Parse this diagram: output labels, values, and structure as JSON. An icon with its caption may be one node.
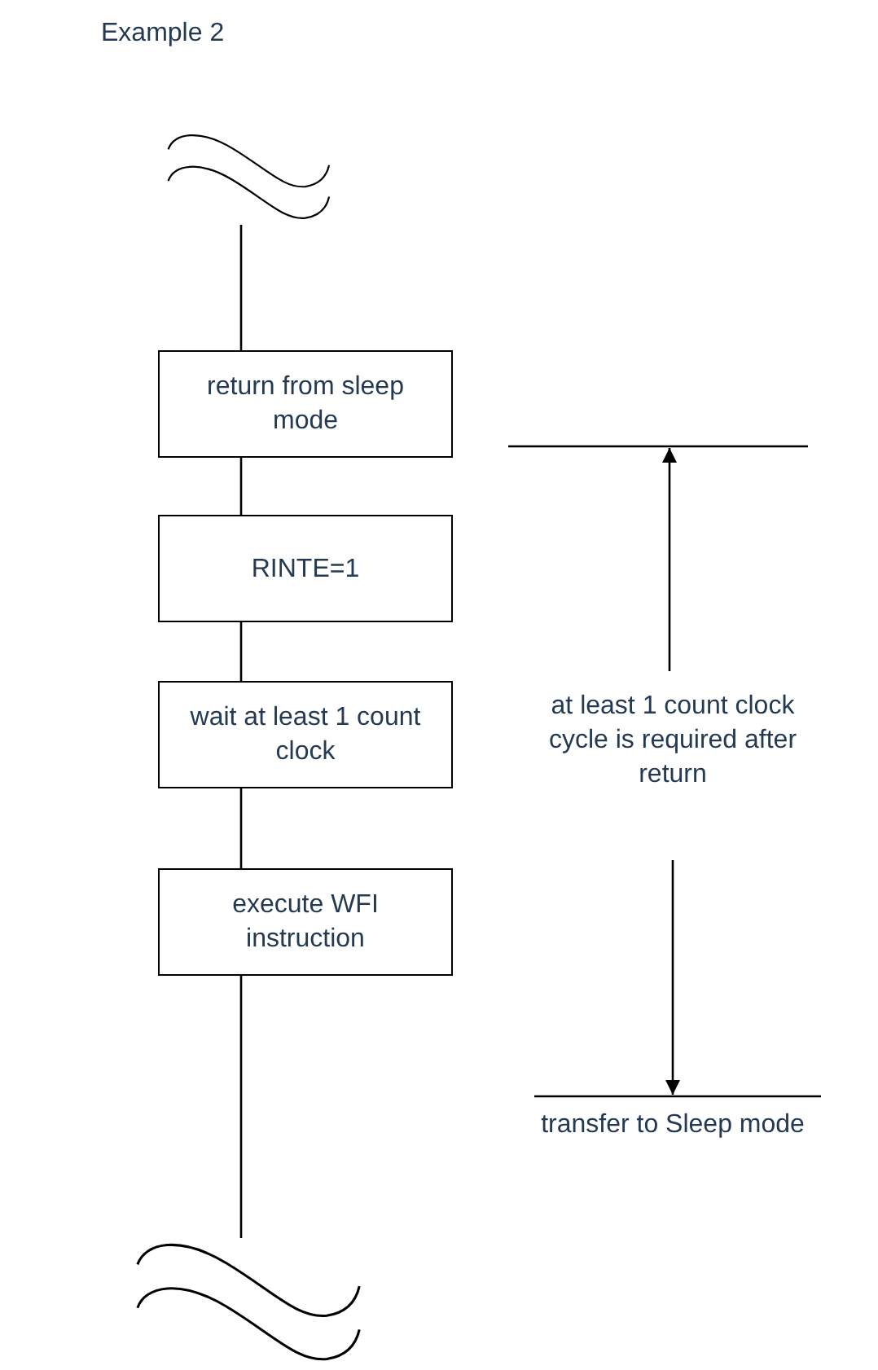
{
  "diagram": {
    "title": "Example 2",
    "nodes": [
      {
        "text": [],
        "shape": "wave"
      },
      {
        "text": [
          "return from sleep mode"
        ]
      },
      {
        "text": [
          "RINTE=1"
        ]
      },
      {
        "text": [
          "wait at least 1 count clock"
        ]
      },
      {
        "text": [
          "execute WFI instruction"
        ]
      },
      {
        "text": [],
        "shape": "wave"
      }
    ],
    "edges": [
      {
        "from": 0,
        "to": 1,
        "arrow": "none"
      },
      {
        "from": 1,
        "to": 2,
        "arrow": "none"
      },
      {
        "from": 2,
        "to": 3,
        "arrow": "none"
      },
      {
        "from": 3,
        "to": 4,
        "arrow": "none"
      },
      {
        "from": 4,
        "to": 5,
        "arrow": "none"
      }
    ],
    "labels": [
      "at least 1 count clock cycle is required after return",
      "transfer to Sleep mode"
    ]
  }
}
